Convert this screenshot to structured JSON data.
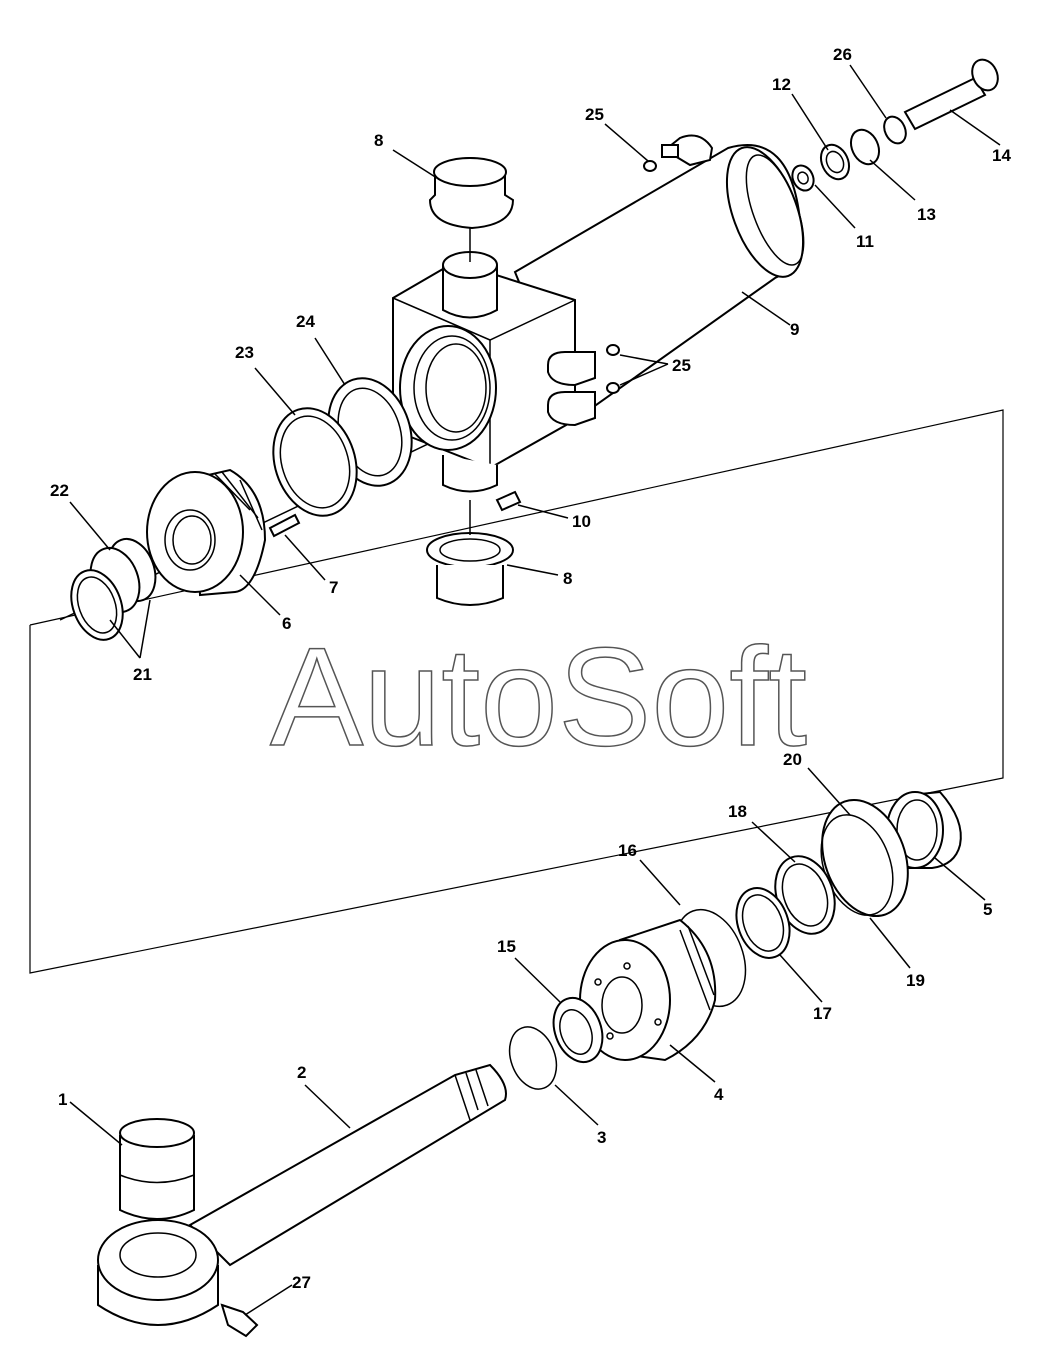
{
  "watermark": "AutoSoft",
  "callouts": {
    "c1": "1",
    "c2": "2",
    "c3": "3",
    "c4": "4",
    "c5": "5",
    "c6": "6",
    "c7": "7",
    "c8a": "8",
    "c8b": "8",
    "c9": "9",
    "c10": "10",
    "c11": "11",
    "c12": "12",
    "c13": "13",
    "c14": "14",
    "c15": "15",
    "c16": "16",
    "c17": "17",
    "c18": "18",
    "c19": "19",
    "c20": "20",
    "c21": "21",
    "c22": "22",
    "c23": "23",
    "c24": "24",
    "c25a": "25",
    "c25b": "25",
    "c26": "26",
    "c27": "27"
  }
}
